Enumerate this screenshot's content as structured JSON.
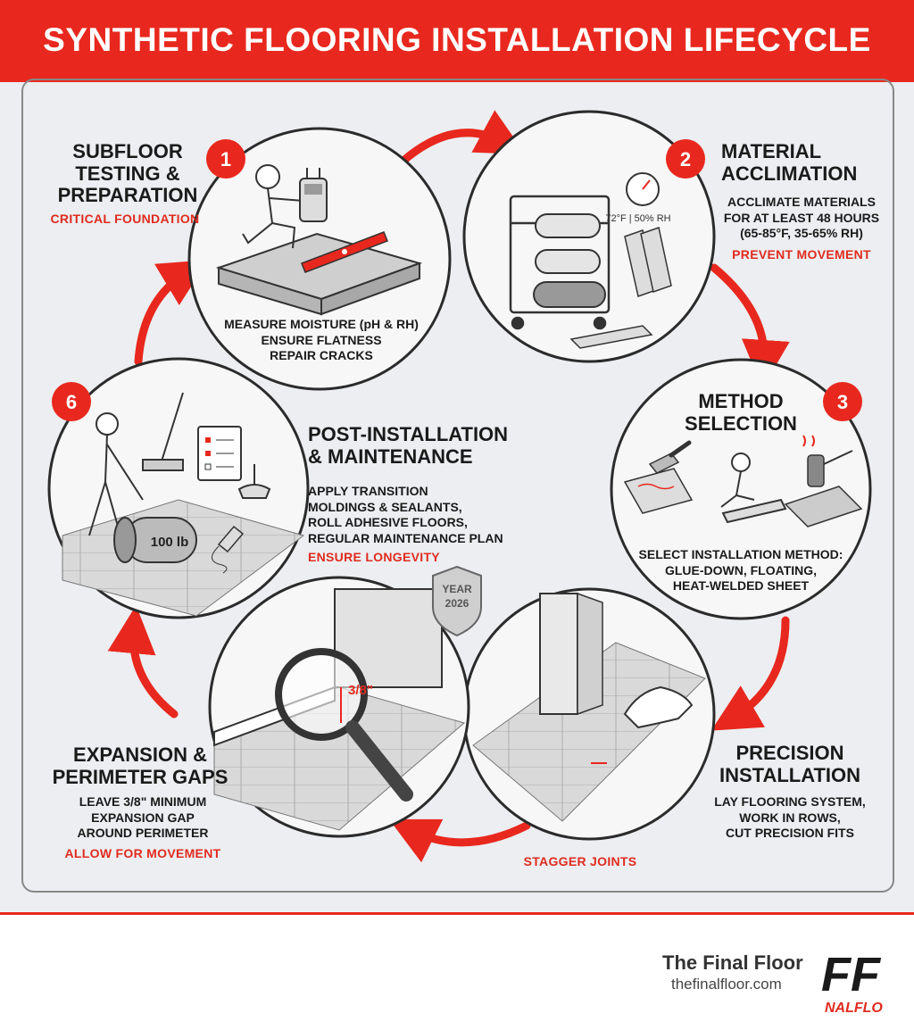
{
  "title": "SYNTHETIC FLOORING INSTALLATION LIFECYCLE",
  "steps": [
    {
      "number": "1",
      "heading_lines": [
        "SUBFLOOR",
        "TESTING &",
        "PREPARATION"
      ],
      "tag": "CRITICAL FOUNDATION",
      "details": [
        "MEASURE MOISTURE (pH & RH)",
        "ENSURE FLATNESS",
        "REPAIR CRACKS"
      ]
    },
    {
      "number": "2",
      "heading_lines": [
        "MATERIAL",
        "ACCLIMATION"
      ],
      "tag": "PREVENT MOVEMENT",
      "details": [
        "ACCLIMATE MATERIALS",
        "FOR AT LEAST 48 HOURS",
        "(65-85°F, 35-65% RH)"
      ],
      "gauge_label": "72°F | 50% RH"
    },
    {
      "number": "3",
      "heading_lines": [
        "METHOD",
        "SELECTION"
      ],
      "details": [
        "SELECT INSTALLATION METHOD:",
        "GLUE-DOWN, FLOATING,",
        "HEAT-WELDED SHEET"
      ]
    },
    {
      "heading_lines": [
        "PRECISION",
        "INSTALLATION"
      ],
      "tag": "STAGGER JOINTS",
      "details": [
        "LAY FLOORING SYSTEM,",
        "WORK IN ROWS,",
        "CUT PRECISION FITS"
      ]
    },
    {
      "heading_lines": [
        "EXPANSION &",
        "PERIMETER GAPS"
      ],
      "tag": "ALLOW FOR MOVEMENT",
      "details": [
        "LEAVE 3/8\" MINIMUM",
        "EXPANSION GAP",
        "AROUND PERIMETER"
      ],
      "gap_label": "3/8\""
    },
    {
      "number": "6",
      "heading_lines": [
        "POST-INSTALLATION",
        "& MAINTENANCE"
      ],
      "tag": "ENSURE LONGEVITY",
      "details": [
        "APPLY TRANSITION",
        "MOLDINGS & SEALANTS,",
        "ROLL ADHESIVE FLOORS,",
        "REGULAR MAINTENANCE PLAN"
      ],
      "roller_label": "100 lb"
    }
  ],
  "badge": {
    "line1": "YEAR",
    "line2": "2026"
  },
  "footer": {
    "name": "The Final Floor",
    "url": "thefinalfloor.com",
    "logo_letters": "FF",
    "logo_strip": "NALFLO"
  },
  "colors": {
    "accent": "#e8281e",
    "background": "#eceef1",
    "text": "#1a1a1a"
  },
  "icons": [
    "moisture-meter-icon",
    "level-icon",
    "thermometer-icon",
    "roll-cart-icon",
    "trowel-icon",
    "heat-gun-icon",
    "magnifier-icon",
    "roller-icon",
    "checklist-icon",
    "mop-icon",
    "shield-icon"
  ]
}
